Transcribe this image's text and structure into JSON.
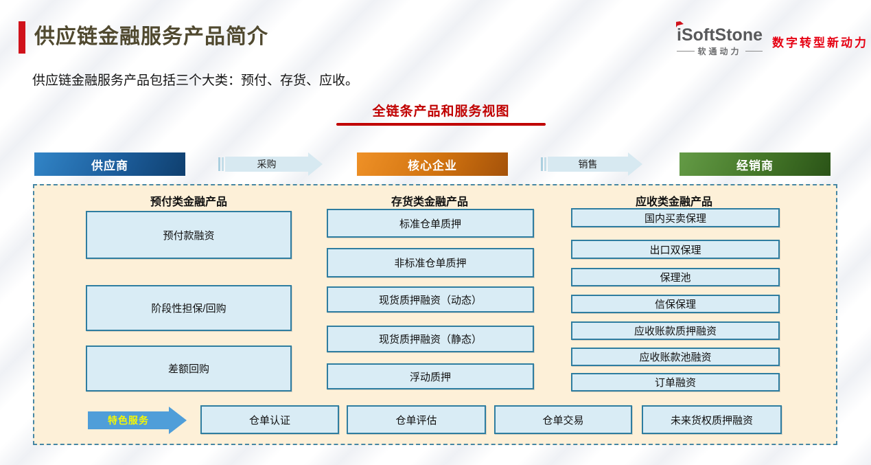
{
  "header": {
    "title": "供应链金融服务产品简介",
    "subtitle": "供应链金融服务产品包括三个大类：预付、存货、应收。"
  },
  "logo": {
    "brand": "iSoftStone",
    "brand_cn": "软通动力",
    "tagline": "数字转型新动力"
  },
  "section_badge": {
    "label": "全链条产品和服务视图"
  },
  "flow": {
    "nodes": [
      {
        "label": "供应商"
      },
      {
        "label": "核心企业"
      },
      {
        "label": "经销商"
      }
    ],
    "arrows": [
      {
        "label": "采购"
      },
      {
        "label": "销售"
      }
    ]
  },
  "panel": {
    "columns": [
      {
        "header": "预付类金融产品",
        "items": [
          "预付款融资",
          "阶段性担保/回购",
          "差额回购"
        ]
      },
      {
        "header": "存货类金融产品",
        "items": [
          "标准仓单质押",
          "非标准仓单质押",
          "现货质押融资（动态）",
          "现货质押融资（静态）",
          "浮动质押"
        ]
      },
      {
        "header": "应收类金融产品",
        "items": [
          "国内买卖保理",
          "出口双保理",
          "保理池",
          "信保保理",
          "应收账款质押融资",
          "应收账款池融资",
          "订单融资"
        ]
      }
    ],
    "special": {
      "label": "特色服务",
      "items": [
        "仓单认证",
        "仓单评估",
        "仓单交易",
        "未来货权质押融资"
      ]
    }
  },
  "colors": {
    "accent_red": "#d0121b",
    "badge_red": "#c00000",
    "title_text": "#50492f",
    "supplier_blue": "#1c5d9b",
    "core_orange": "#d0720f",
    "dealer_green": "#447628",
    "panel_bg": "#fdf0d8",
    "panel_border": "#4586a3",
    "box_fill": "#d9ecf5",
    "box_border": "#2e7da0",
    "flow_arrow_fill": "#d7e9f1",
    "special_arrow_fill": "#4f9ed9",
    "special_arrow_text": "#f8f800",
    "logo_red": "#e60012"
  }
}
